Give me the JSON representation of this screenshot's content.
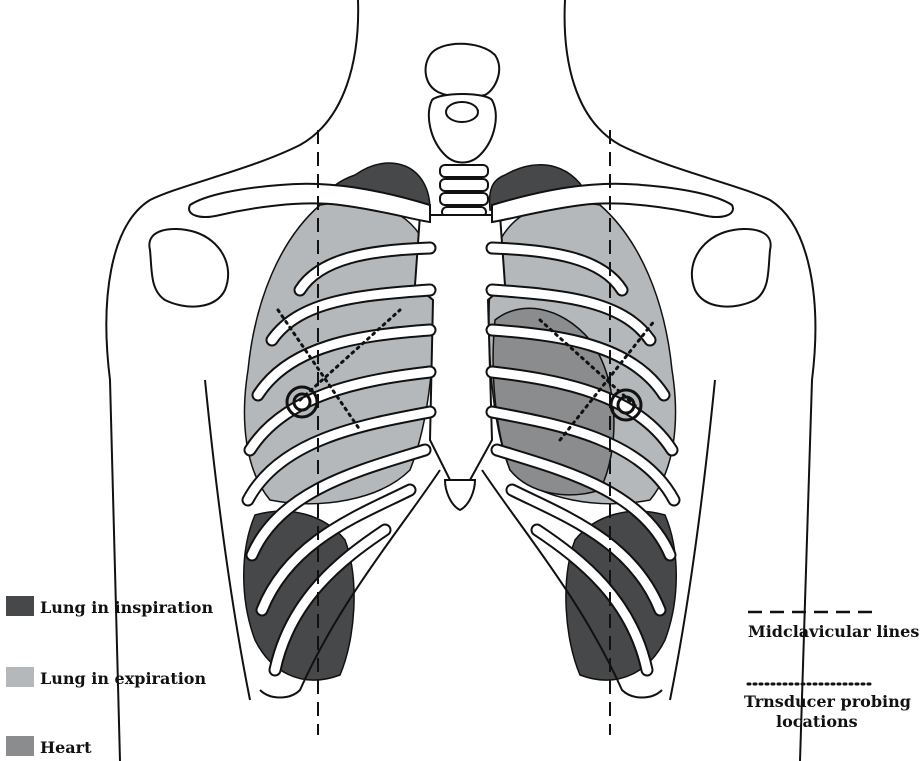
{
  "colors": {
    "lung_inspiration": "#47484a",
    "lung_expiration": "#b4b8bb",
    "heart": "#8b8c8e",
    "outline": "#111111"
  },
  "legend": {
    "inspiration": {
      "label": "Lung in inspiration",
      "color": "#47484a"
    },
    "expiration": {
      "label": "Lung in expiration",
      "color": "#b4b8bb"
    },
    "heart": {
      "label": "Heart",
      "color": "#8b8c8e"
    }
  },
  "key": {
    "midclavicular": "Midclavicular lines",
    "probing_line1": "Trnsducer probing",
    "probing_line2": "locations"
  }
}
